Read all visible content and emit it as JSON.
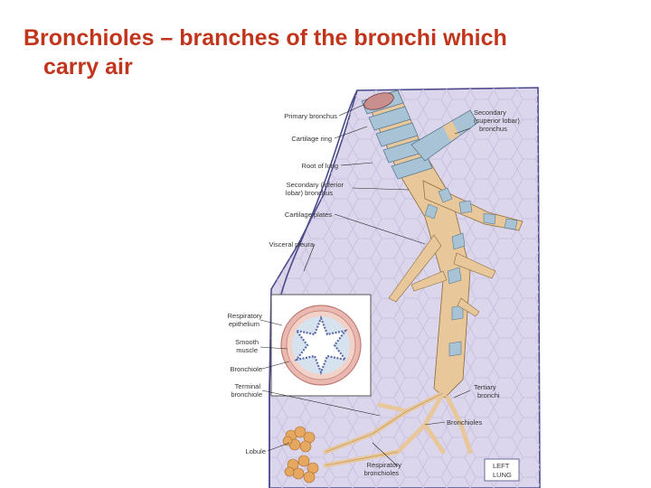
{
  "slide": {
    "title_line1": "Bronchioles – branches of the bronchi which",
    "title_line2": "carry air"
  },
  "diagram": {
    "labels": {
      "primary_bronchus": "Primary bronchus",
      "cartilage_ring": "Cartilage ring",
      "root_of_lung": "Root of lung",
      "secondary_inferior_1": "Secondary (inferior",
      "secondary_inferior_2": "lobar) bronchus",
      "cartilage_plates": "Cartilage plates",
      "visceral_pleura": "Visceral pleura",
      "secondary_superior_1": "Secondary",
      "secondary_superior_2": "(superior lobar)",
      "secondary_superior_3": "bronchus",
      "respiratory_epithelium_1": "Respiratory",
      "respiratory_epithelium_2": "epithelium",
      "smooth_muscle_1": "Smooth",
      "smooth_muscle_2": "muscle",
      "bronchiole": "Bronchiole",
      "terminal_bronchiole_1": "Terminal",
      "terminal_bronchiole_2": "bronchiole",
      "tertiary_bronchi_1": "Tertiary",
      "tertiary_bronchi_2": "bronchi",
      "bronchioles": "Bronchioles",
      "lobule": "Lobule",
      "respiratory_bronchioles_1": "Respiratory",
      "respiratory_bronchioles_2": "bronchioles",
      "left_lung_1": "LEFT",
      "left_lung_2": "LUNG"
    },
    "colors": {
      "lung_fill": "#dcd6ec",
      "lung_cells": "#c9c1df",
      "outline": "#4a4a8a",
      "cartilage": "#a9c3d6",
      "airway": "#e8c79a",
      "title": "#c0351b",
      "alveoli": "#e6a860"
    }
  }
}
